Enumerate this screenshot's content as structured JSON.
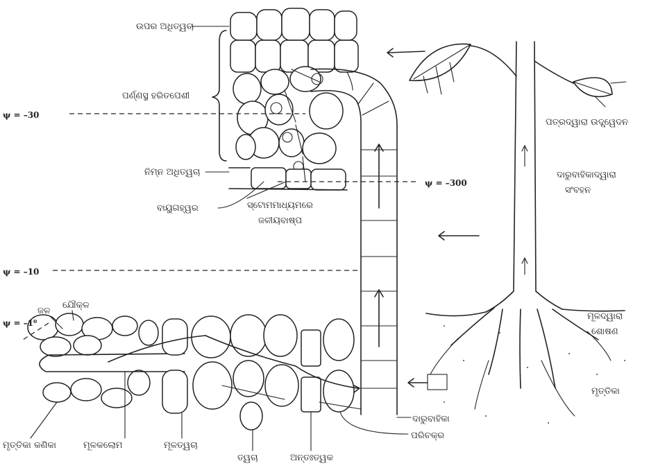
{
  "labels": {
    "upper_epidermis": "ଉପର ଅଧିତ୍ୱଚା",
    "palisade": "ପର୍ଣ୍ଣସ୍ଥ ହରିତପେଶୀ",
    "lower_epidermis": "ନିମ୍ନ ଅଧିତ୍ୱଚା",
    "air_space": "ବାୟୁଗହ୍ୱର",
    "stomata_vapour_line1": "ସ୍ଟୋମମାଧ୍ୟମରେ",
    "stomata_vapour_line2": "ଜଳୀୟବାଷ୍ପ",
    "leaf_transpiration": "ପତ୍ରଦ୍ୱାରା ଉଦ୍ସ୍ୱେଦନ",
    "xylem_conduction_line1": "ଦାରୁବାହିକାଦ୍ୱାରା",
    "xylem_conduction_line2": "ସଂବହନ",
    "root_absorption_line1": "ମୂଳଦ୍ୱାରା",
    "root_absorption_line2": "ଶୋଷଣ",
    "soil_right": "ମୃତ୍ତିକା",
    "water": "ଜଳ",
    "air": "ଯୌକ୍ଳ",
    "soil_particle": "ମୃତ୍ତିକା କଣିକା",
    "root_hair": "ମୂଳକଲୋମ",
    "root_epidermis": "ମୂଳତ୍ୱଚା",
    "cortex": "ତ୍ୱଚା",
    "endodermis": "ଅନ୍ତଃତ୍ୱକ",
    "xylem": "ଦାରୁବାହିକା",
    "pericycle": "ପରିଚକ୍ର"
  },
  "water_potentials": {
    "leaf": "ψ = –30",
    "air": "ψ = –300",
    "stem": "ψ = –10",
    "soil": "ψ = –1⁰"
  }
}
